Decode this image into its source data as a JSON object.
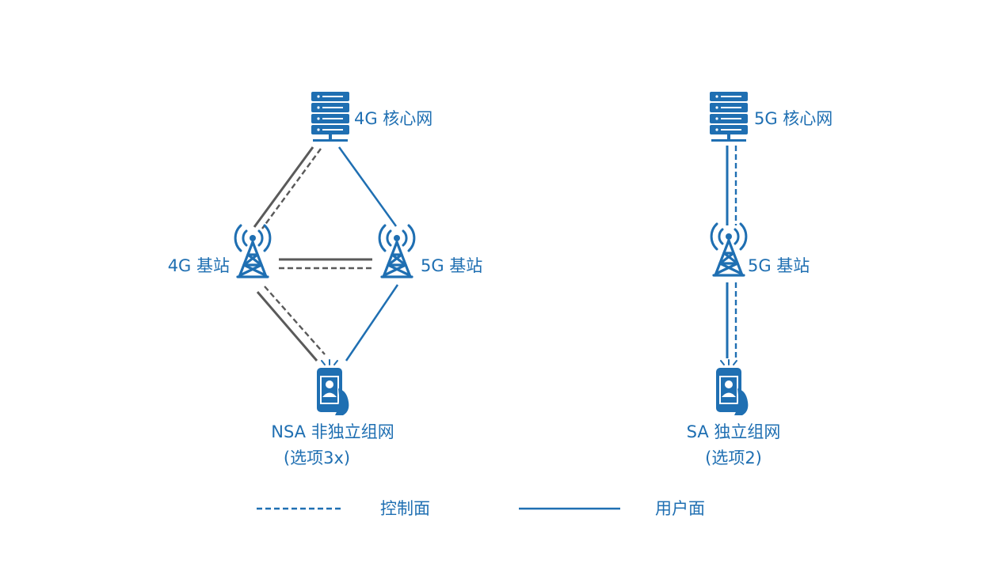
{
  "nodes": {
    "core_4g": "4G 核心网",
    "core_5g": "5G 核心网",
    "nsa_bs_4g": "4G 基站",
    "nsa_bs_5g": "5G 基站",
    "sa_bs_5g": "5G 基站"
  },
  "captions": {
    "nsa_title": "NSA 非独立组网",
    "nsa_option": "(选项3x)",
    "sa_title": "SA 独立组网",
    "sa_option": "(选项2)"
  },
  "legend": {
    "control_plane": "控制面",
    "user_plane": "用户面"
  },
  "colors": {
    "blue": "#1f6fb2",
    "gray": "#5a5a5a",
    "white": "#ffffff"
  },
  "icons": {
    "core": "server-stack-icon",
    "base_station": "cell-tower-icon",
    "terminal": "smartphone-user-icon"
  }
}
